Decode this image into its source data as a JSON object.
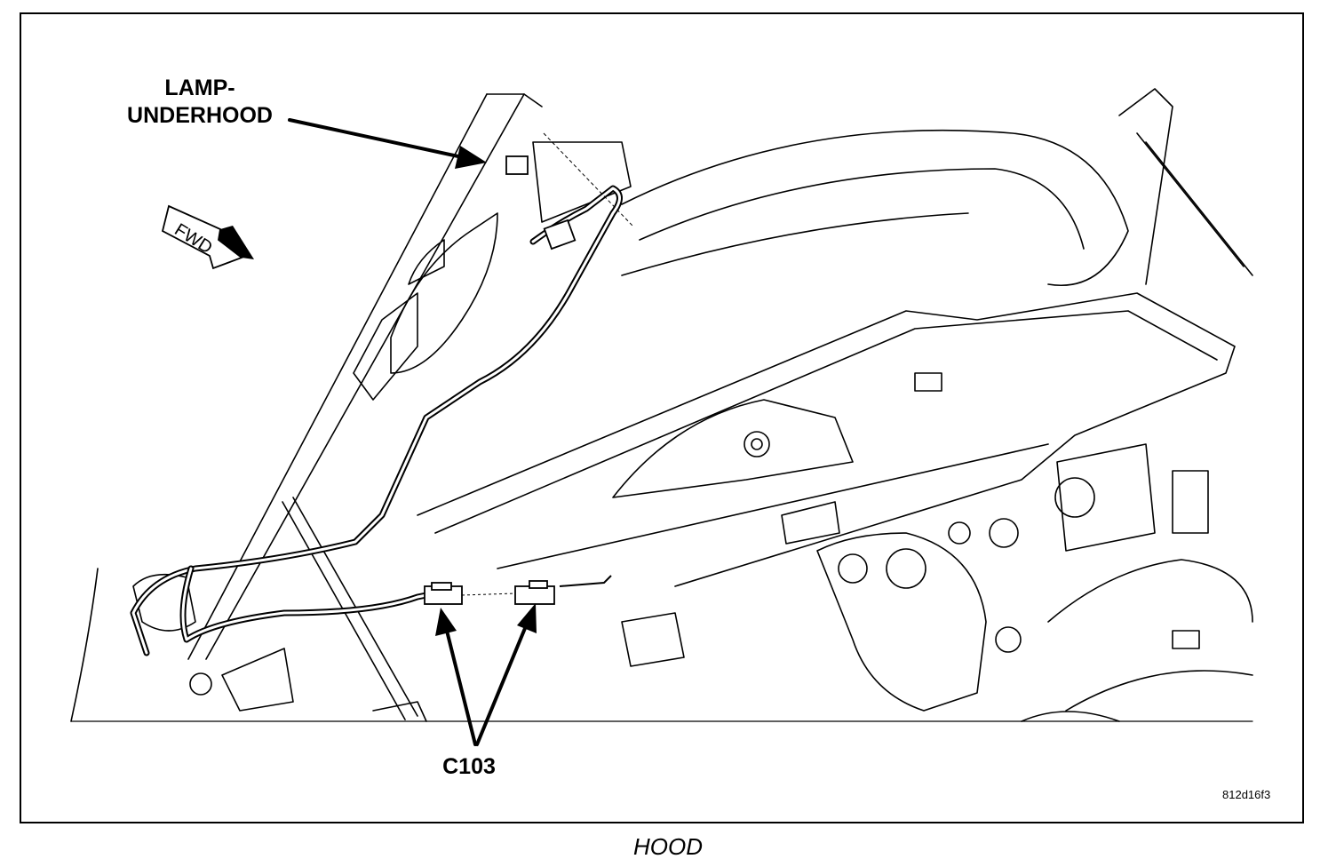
{
  "callouts": {
    "lamp_line1": "LAMP-",
    "lamp_line2": "UNDERHOOD",
    "connector": "C103"
  },
  "direction_arrow": {
    "label": "FWD",
    "icon": "fwd-arrow-icon"
  },
  "figure_code": "812d16f3",
  "caption": "HOOD"
}
